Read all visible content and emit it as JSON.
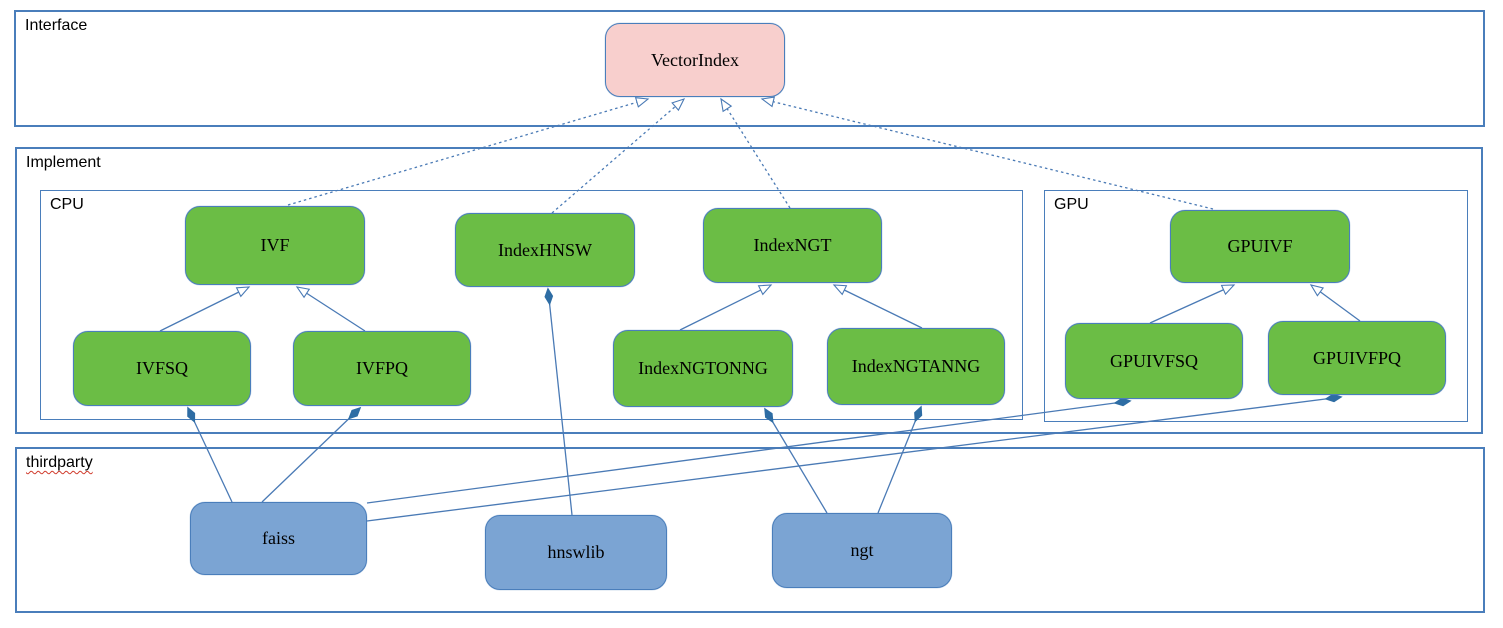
{
  "diagram": {
    "containers": [
      {
        "id": "interface",
        "label": "Interface"
      },
      {
        "id": "implement",
        "label": "Implement"
      },
      {
        "id": "cpu",
        "label": "CPU"
      },
      {
        "id": "gpu",
        "label": "GPU"
      },
      {
        "id": "thirdparty",
        "label": "thirdparty",
        "spellcheck_underline": true
      }
    ],
    "nodes": [
      {
        "id": "VectorIndex",
        "label": "VectorIndex",
        "kind": "interface",
        "container": "interface"
      },
      {
        "id": "IVF",
        "label": "IVF",
        "kind": "impl",
        "container": "cpu"
      },
      {
        "id": "IndexHNSW",
        "label": "IndexHNSW",
        "kind": "impl",
        "container": "cpu"
      },
      {
        "id": "IndexNGT",
        "label": "IndexNGT",
        "kind": "impl",
        "container": "cpu"
      },
      {
        "id": "IVFSQ",
        "label": "IVFSQ",
        "kind": "impl",
        "container": "cpu"
      },
      {
        "id": "IVFPQ",
        "label": "IVFPQ",
        "kind": "impl",
        "container": "cpu"
      },
      {
        "id": "IndexNGTONNG",
        "label": "IndexNGTONNG",
        "kind": "impl",
        "container": "cpu"
      },
      {
        "id": "IndexNGTANNG",
        "label": "IndexNGTANNG",
        "kind": "impl",
        "container": "cpu"
      },
      {
        "id": "GPUIVF",
        "label": "GPUIVF",
        "kind": "impl",
        "container": "gpu"
      },
      {
        "id": "GPUIVFSQ",
        "label": "GPUIVFSQ",
        "kind": "impl",
        "container": "gpu"
      },
      {
        "id": "GPUIVFPQ",
        "label": "GPUIVFPQ",
        "kind": "impl",
        "container": "gpu"
      },
      {
        "id": "faiss",
        "label": "faiss",
        "kind": "thirdparty",
        "container": "thirdparty"
      },
      {
        "id": "hnswlib",
        "label": "hnswlib",
        "kind": "thirdparty",
        "container": "thirdparty"
      },
      {
        "id": "ngt",
        "label": "ngt",
        "kind": "thirdparty",
        "container": "thirdparty"
      }
    ],
    "edges": [
      {
        "from": "IVF",
        "to": "VectorIndex",
        "type": "realization",
        "line": "dashed",
        "head": "open-arrow"
      },
      {
        "from": "IndexHNSW",
        "to": "VectorIndex",
        "type": "realization",
        "line": "dashed",
        "head": "open-arrow"
      },
      {
        "from": "IndexNGT",
        "to": "VectorIndex",
        "type": "realization",
        "line": "dashed",
        "head": "open-arrow"
      },
      {
        "from": "GPUIVF",
        "to": "VectorIndex",
        "type": "realization",
        "line": "dashed",
        "head": "open-arrow"
      },
      {
        "from": "IVFSQ",
        "to": "IVF",
        "type": "generalization",
        "line": "solid",
        "head": "open-arrow"
      },
      {
        "from": "IVFPQ",
        "to": "IVF",
        "type": "generalization",
        "line": "solid",
        "head": "open-arrow"
      },
      {
        "from": "IndexNGTONNG",
        "to": "IndexNGT",
        "type": "generalization",
        "line": "solid",
        "head": "open-arrow"
      },
      {
        "from": "IndexNGTANNG",
        "to": "IndexNGT",
        "type": "generalization",
        "line": "solid",
        "head": "open-arrow"
      },
      {
        "from": "GPUIVFSQ",
        "to": "GPUIVF",
        "type": "generalization",
        "line": "solid",
        "head": "open-arrow"
      },
      {
        "from": "GPUIVFPQ",
        "to": "GPUIVF",
        "type": "generalization",
        "line": "solid",
        "head": "open-arrow"
      },
      {
        "from": "faiss",
        "to": "IVFSQ",
        "type": "composition",
        "line": "solid",
        "head": "filled-diamond"
      },
      {
        "from": "faiss",
        "to": "IVFPQ",
        "type": "composition",
        "line": "solid",
        "head": "filled-diamond"
      },
      {
        "from": "faiss",
        "to": "GPUIVFSQ",
        "type": "composition",
        "line": "solid",
        "head": "filled-diamond"
      },
      {
        "from": "faiss",
        "to": "GPUIVFPQ",
        "type": "composition",
        "line": "solid",
        "head": "filled-diamond"
      },
      {
        "from": "hnswlib",
        "to": "IndexHNSW",
        "type": "composition",
        "line": "solid",
        "head": "filled-diamond"
      },
      {
        "from": "ngt",
        "to": "IndexNGTONNG",
        "type": "composition",
        "line": "solid",
        "head": "filled-diamond"
      },
      {
        "from": "ngt",
        "to": "IndexNGTANNG",
        "type": "composition",
        "line": "solid",
        "head": "filled-diamond"
      }
    ],
    "colors": {
      "interface_node_fill": "#f8cfcd",
      "impl_node_fill": "#6bbd45",
      "thirdparty_node_fill": "#7ba4d3",
      "node_border": "#4a7ebb",
      "container_border": "#4a7ebb",
      "edge_line": "#4a7ab5",
      "diamond_fill": "#2e6da4",
      "spellcheck_underline": "#d03a2b"
    }
  }
}
